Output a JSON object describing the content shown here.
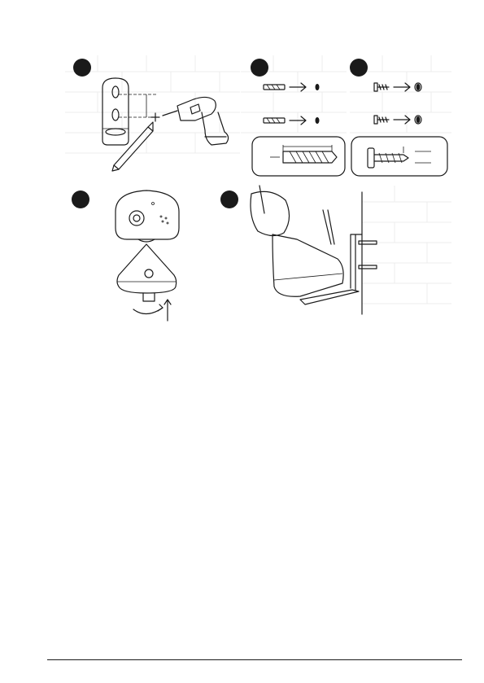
{
  "document": {
    "type": "installation-instructions",
    "steps": [
      {
        "id": "mark-and-drill",
        "icons": [
          "wall-template-icon",
          "pencil-icon",
          "drill-icon"
        ]
      },
      {
        "id": "insert-wall-plugs",
        "icons": [
          "wall-plug-icon"
        ]
      },
      {
        "id": "insert-screws",
        "icons": [
          "screw-icon"
        ]
      },
      {
        "id": "remove-camera-base",
        "icons": [
          "camera-icon",
          "rotate-arrow-icon"
        ]
      },
      {
        "id": "hang-camera",
        "icons": [
          "camera-on-wall-icon"
        ]
      }
    ]
  },
  "style": {
    "ink": "#1a1a1a",
    "brick": "#ececec"
  }
}
